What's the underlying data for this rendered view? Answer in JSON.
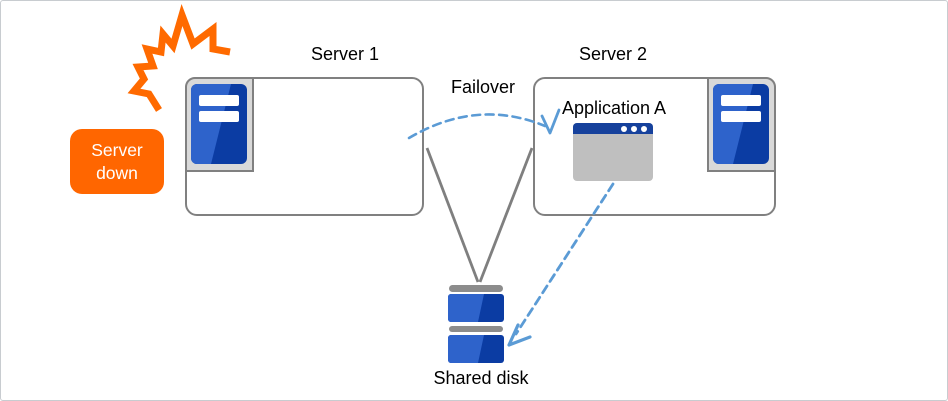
{
  "diagram": {
    "title": "Server failover to shared disk diagram",
    "nodes": {
      "server1": {
        "label": "Server 1"
      },
      "server2": {
        "label": "Server 2"
      },
      "application": {
        "label": "Application A"
      },
      "shared_disk": {
        "label": "Shared disk"
      }
    },
    "annotations": {
      "failover": {
        "label": "Failover"
      },
      "server_down": {
        "line1": "Server",
        "line2": "down"
      }
    },
    "icons": {
      "explosion": "explosion-burst-icon",
      "server_tower": "server-tower-icon",
      "app_window": "application-window-icon",
      "shared_disk": "storage-disk-icon",
      "failover_arrow": "dashed-curved-arrow-icon",
      "app_to_disk_arrow": "dashed-straight-arrow-icon"
    },
    "colors": {
      "alert_orange": "#ff6600",
      "line_gray": "#7f7f7f",
      "border_gray": "#808080",
      "panel_gray": "#d9d9d9",
      "icon_blue_light": "#2e63cb",
      "icon_blue_dark": "#0b3ca3",
      "app_titlebar_blue": "#16419c",
      "app_body_gray": "#bfbfbf",
      "disk_bar_gray": "#8c8c8c",
      "arrow_blue": "#5b9bd5",
      "text_black": "#000000",
      "canvas_border": "#c8ccd0"
    }
  }
}
